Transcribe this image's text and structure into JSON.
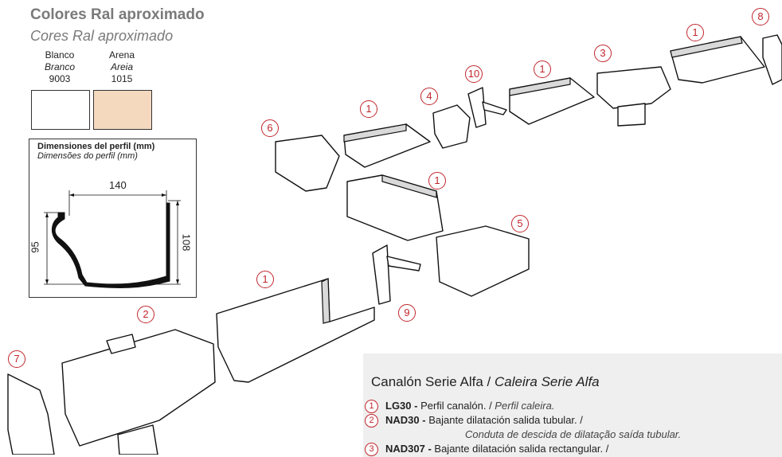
{
  "header": {
    "title_es": "Colores Ral aproximado",
    "title_pt": "Cores Ral aproximado"
  },
  "colors": [
    {
      "name_es": "Blanco",
      "name_pt": "Branco",
      "code": "9003",
      "hex": "#ffffff"
    },
    {
      "name_es": "Arena",
      "name_pt": "Areia",
      "code": "1015",
      "hex": "#f4d9bf"
    }
  ],
  "profile": {
    "title_es": "Dimensiones del perfil (mm)",
    "title_pt": "Dimensões do perfil (mm)",
    "width_label": "140",
    "left_height_label": "95",
    "right_height_label": "108"
  },
  "part_numbers": [
    "1",
    "1",
    "1",
    "1",
    "1",
    "2",
    "3",
    "4",
    "5",
    "6",
    "7",
    "8",
    "9",
    "10"
  ],
  "legend": {
    "title_es": "Canalón Serie Alfa / ",
    "title_pt": "Caleira Serie Alfa",
    "items": [
      {
        "num": "1",
        "code": "LG30 -",
        "text_es": " Perfil canalón. / ",
        "text_pt": "Perfil caleira.",
        "pt_line": ""
      },
      {
        "num": "2",
        "code": "NAD30 -",
        "text_es": " Bajante dilatación salida tubular. /",
        "text_pt": "",
        "pt_line": "Conduta de descida de dilatação saída tubular."
      },
      {
        "num": "3",
        "code": "NAD307 -",
        "text_es": " Bajante dilatación salida rectangular. /",
        "text_pt": "",
        "pt_line": ""
      }
    ]
  }
}
